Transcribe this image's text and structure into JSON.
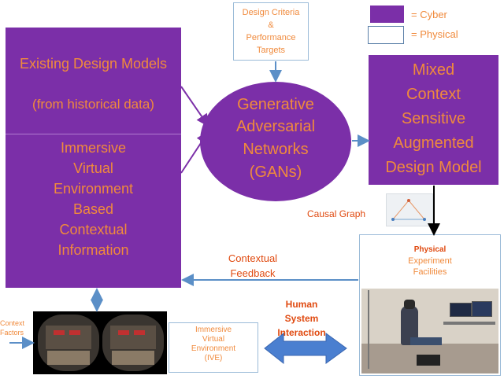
{
  "legend": {
    "cyber_label": "= Cyber",
    "physical_label": "= Physical",
    "cyber_color": "#7b2fa8",
    "physical_color": "#ffffff"
  },
  "design_criteria": {
    "line1": "Design Criteria",
    "line2": "&",
    "line3": "Performance",
    "line4": "Targets"
  },
  "left_box": {
    "top_line1": "Existing Design Models",
    "top_line2": "(from historical data)",
    "bottom_lines": [
      "Immersive",
      "Virtual",
      "Environment",
      "Based",
      "Contextual",
      "Information"
    ]
  },
  "gan": {
    "lines": [
      "Generative",
      "Adversarial",
      "Networks",
      "(GANs)"
    ]
  },
  "mixed": {
    "lines": [
      "Mixed",
      "Context",
      "Sensitive",
      "Augmented",
      "Design Model"
    ]
  },
  "causal_graph_label": "Causal Graph",
  "physical_box": {
    "title": "Physical",
    "line2": "Experiment",
    "line3": "Facilities"
  },
  "contextual_feedback": {
    "line1": "Contextual",
    "line2": "Feedback"
  },
  "context_factors": {
    "line1": "Context",
    "line2": "Factors"
  },
  "ive_box": {
    "line1": "Immersive",
    "line2": "Virtual",
    "line3": "Environment",
    "line4": "(IVE)"
  },
  "hsi": {
    "line1": "Human",
    "line2": "System",
    "line3": "Interaction"
  },
  "colors": {
    "cyber": "#7b2fa8",
    "text_orange": "#f08a3c",
    "arrow_blue": "#5b8fc7",
    "box_border": "#9bbbd8"
  }
}
